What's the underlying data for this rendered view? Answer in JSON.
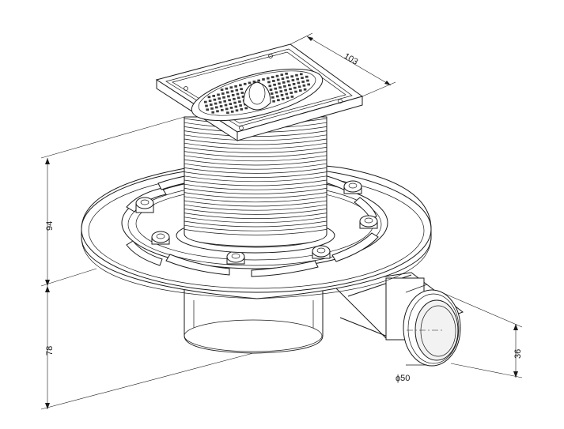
{
  "drawing": {
    "subject": "floor-drain",
    "dimensions": {
      "grate_width": "103",
      "body_height": "94",
      "base_height": "78",
      "outlet_height": "36",
      "outlet_diameter": "ϕ50"
    },
    "colors": {
      "line": "#1a1a1a",
      "background": "#ffffff"
    }
  }
}
